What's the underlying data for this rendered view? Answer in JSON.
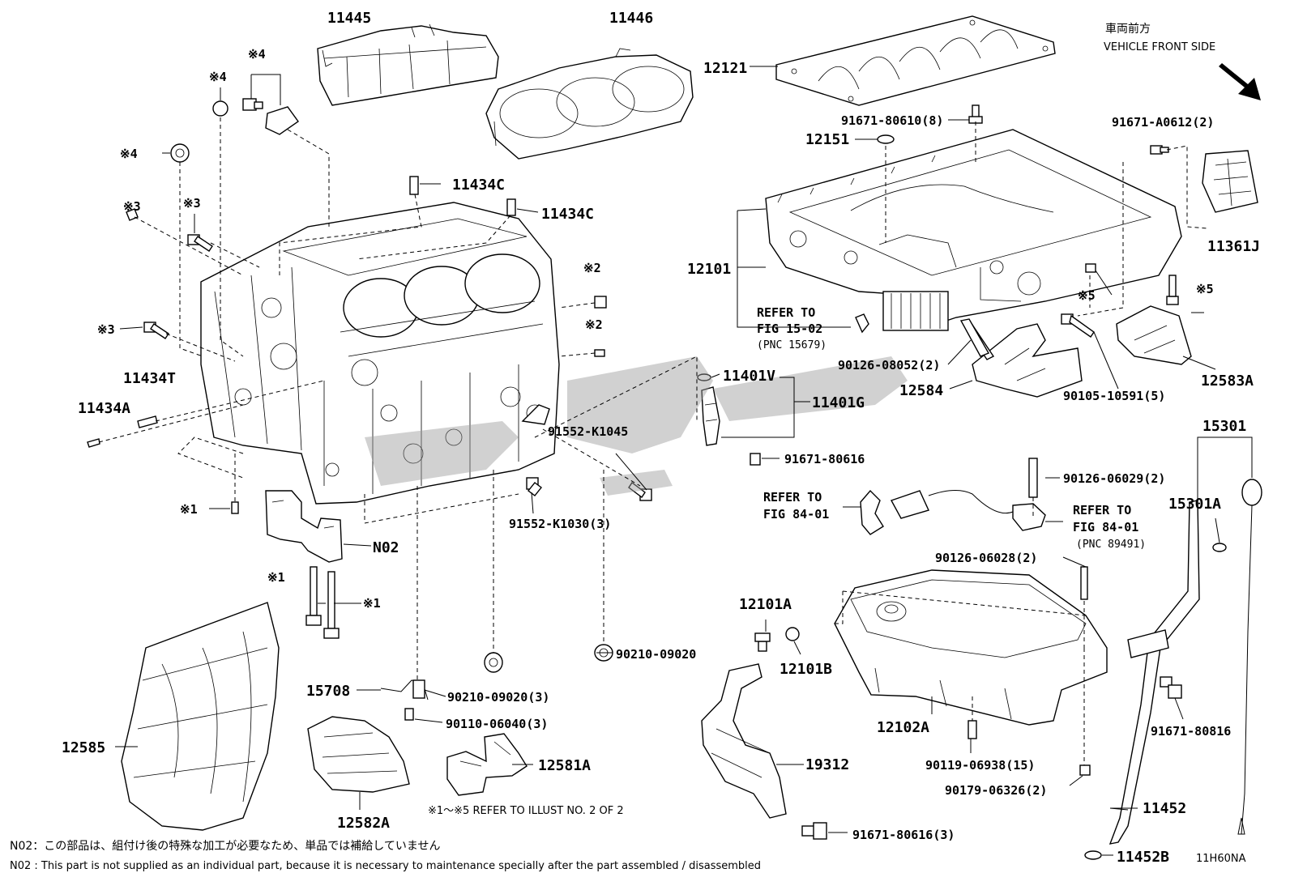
{
  "diagram": {
    "code": "11H60NA",
    "front_side": {
      "jp": "車両前方",
      "en": "VEHICLE FRONT SIDE"
    },
    "parts": {
      "p11445": "11445",
      "p11446": "11446",
      "p12121": "12121",
      "p91671_80610": "91671-80610(8)",
      "p12151": "12151",
      "p91671_A0612": "91671-A0612(2)",
      "p11361J": "11361J",
      "p11434C_a": "11434C",
      "p11434C_b": "11434C",
      "p12101": "12101",
      "p90126_08052": "90126-08052(2)",
      "p12584": "12584",
      "p90105_10591": "90105-10591(5)",
      "p12583A": "12583A",
      "p11401V": "11401V",
      "p11401G": "11401G",
      "p91671_80616": "91671-80616",
      "p91552_K1045": "91552-K1045",
      "p91552_K1030": "91552-K1030(3)",
      "p11434T": "11434T",
      "p11434A": "11434A",
      "pN02": "N02",
      "p15301": "15301",
      "p15301A": "15301A",
      "p90126_06029": "90126-06029(2)",
      "p90126_06028": "90126-06028(2)",
      "p12101A": "12101A",
      "p12101B": "12101B",
      "p12102A": "12102A",
      "p90119_06938": "90119-06938(15)",
      "p90179_06326": "90179-06326(2)",
      "p19312": "19312",
      "p91671_80616_3": "91671-80616(3)",
      "p91671_80816": "91671-80816",
      "p11452": "11452",
      "p11452B": "11452B",
      "p15708": "15708",
      "p90110_06040": "90110-06040(3)",
      "p90210_09020_3": "90210-09020(3)",
      "p90210_09020": "90210-09020",
      "p12585": "12585",
      "p12582A": "12582A",
      "p12581A": "12581A"
    },
    "marks": {
      "m4a": "※4",
      "m4b": "※4",
      "m4c": "※4",
      "m3a": "※3",
      "m3b": "※3",
      "m3c": "※3",
      "m2a": "※2",
      "m2b": "※2",
      "m1a": "※1",
      "m1b": "※1",
      "m1c": "※1",
      "m5a": "※5",
      "m5b": "※5"
    },
    "refers": {
      "r1_l1": "REFER TO",
      "r1_l2": "FIG 15-02",
      "r1_l3": "(PNC 15679)",
      "r2_l1": "REFER TO",
      "r2_l2": "FIG 84-01",
      "r3_l1": "REFER TO",
      "r3_l2": "FIG 84-01",
      "r3_l3": "(PNC 89491)"
    },
    "illust_note": "※1～※5 REFER TO ILLUST NO. 2 OF 2",
    "footnote_jp": "N02：この部品は、組付け後の特殊な加工が必要なため、単品では補給していません",
    "footnote_en": "N02 : This part is not supplied as an individual part, because it is necessary to maintenance specially after the part assembled / disassembled"
  }
}
